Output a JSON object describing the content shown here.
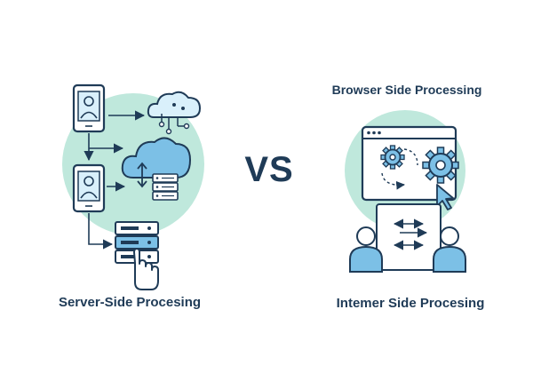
{
  "left_panel": {
    "caption": "Server-Side Procesing",
    "icons": [
      "mobile-user-icon",
      "cloud-network-icon",
      "cloud-server-icon",
      "mobile-user-icon",
      "server-rack-icon",
      "hand-pointer-icon"
    ]
  },
  "center": {
    "vs": "VS"
  },
  "right_panel": {
    "title": "Browser Side Processing",
    "caption": "Intemer Side Procesing",
    "icons": [
      "browser-window-icon",
      "gear-icon",
      "cursor-icon",
      "exchange-arrows-icon",
      "person-icon"
    ]
  },
  "colors": {
    "ink": "#1f3b57",
    "accent_light": "#bfe8dc",
    "accent_blue": "#7cc0e6",
    "screen_fill": "#d9f0fb"
  }
}
